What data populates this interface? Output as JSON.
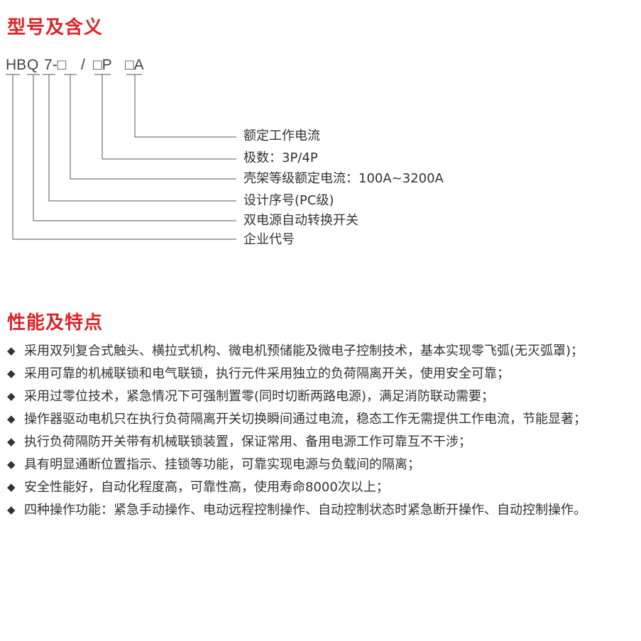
{
  "section1": {
    "title": "型号及含义",
    "code": [
      "HB",
      "Q",
      "7-□",
      "/",
      "□P",
      "□A"
    ],
    "labels": [
      "额定工作电流",
      "极数：3P/4P",
      "壳架等级额定电流：100A~3200A",
      "设计序号(PC级)",
      "双电源自动转换开关",
      "企业代号"
    ]
  },
  "section2": {
    "title": "性能及特点",
    "items": [
      "采用双列复合式触头、横拉式机构、微电机预储能及微电子控制技术，基本实现零飞弧(无灭弧罩)；",
      "采用可靠的机械联锁和电气联锁，执行元件采用独立的负荷隔离开关，使用安全可靠；",
      "采用过零位技术，紧急情况下可强制置零(同时切断两路电源)，满足消防联动需要；",
      "操作器驱动电机只在执行负荷隔离开关切换瞬间通过电流，稳态工作无需提供工作电流，节能显著；",
      "执行负荷隔防开关带有机械联锁装置，保证常用、备用电源工作可靠互不干涉；",
      "具有明显通断位置指示、挂锁等功能，可靠实现电源与负载间的隔离；",
      "安全性能好，自动化程度高，可靠性高，使用寿命8000次以上；",
      "四种操作功能：紧急手动操作、电动远程控制操作、自动控制状态时紧急断开操作、自动控制操作。"
    ]
  }
}
